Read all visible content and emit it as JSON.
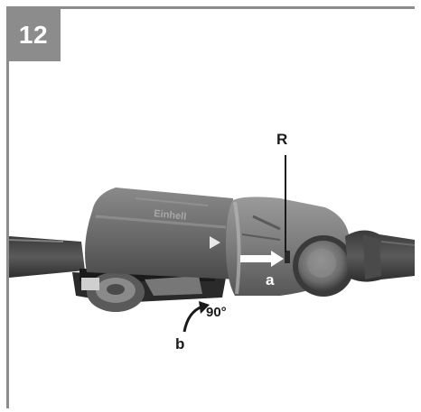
{
  "figure": {
    "number": "12",
    "labels": {
      "R": "R",
      "a": "a",
      "b": "b",
      "angle": "90°"
    },
    "brand_mark": "Einhell",
    "colors": {
      "badge_bg": "#8c8c8c",
      "badge_text": "#ffffff",
      "frame": "#8c8c8c",
      "photo_bg": "#ffffff"
    }
  }
}
